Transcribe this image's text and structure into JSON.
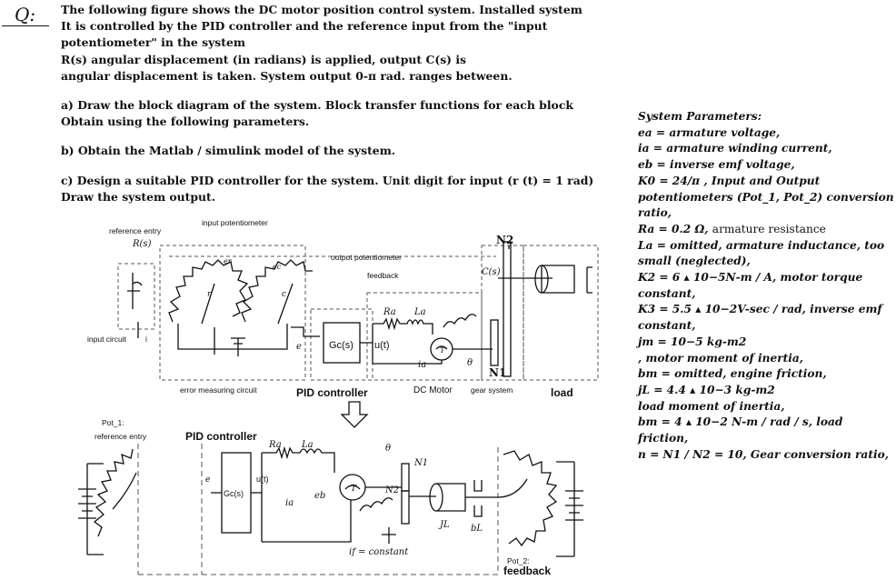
{
  "question": {
    "label": "Q:",
    "intro_lines": [
      "The following figure shows the DC motor position control system. Installed system",
      "It is controlled by the PID controller and the reference input from the \"input",
      "potentiometer\" in the system",
      "R(s) angular displacement (in radians) is applied, output C(s) is",
      "angular displacement is taken. System output 0-π rad. ranges between."
    ],
    "part_a_lines": [
      "a) Draw the block diagram of the system. Block transfer functions for each block",
      "Obtain using the following parameters."
    ],
    "part_b_lines": [
      "b) Obtain the Matlab / simulink model of the system."
    ],
    "part_c_lines": [
      "c) Design a suitable PID controller for the system. Unit digit for input (r (t) = 1 rad)",
      "Draw the system output."
    ]
  },
  "parameters": {
    "title": "System Parameters:",
    "lines": [
      "ea = armature voltage,",
      "ia = armature winding current,",
      "eb = inverse emf voltage,",
      "K0 = 24/π , Input and Output",
      "potentiometers (Pot_1, Pot_2) conversion",
      "ratio,",
      "Ra = 0.2 Ω, armature resistance",
      "La = omitted, armature inductance, too",
      "small (neglected),",
      "K2 = 6 ▴ 10−5N-m / A, motor torque",
      "constant,",
      "K3 = 5.5 ▴ 10−2V-sec / rad, inverse emf",
      "constant,",
      "jm = 10−5 kg-m2",
      ", motor moment of inertia,",
      "bm = omitted, engine friction,",
      "jL = 4.4 ▴ 10−3 kg-m2",
      "load moment of inertia,",
      "bm = 4 ▴ 10−2 N-m / rad / s, load friction,",
      "n = N1 / N2 = 10, Gear conversion ratio,"
    ],
    "plain_suffix": {
      "6": "armature resistance"
    }
  },
  "figure_top": {
    "reference_entry": "reference entry",
    "r_s": "R(s)",
    "input_potentiometer": "input potentiometer",
    "output_potentiometer": "output potentiometer",
    "feedback": "feedback",
    "input_circuit": "input circuit",
    "error_measuring_circuit": "error measuring circuit",
    "pid_controller": "PID controller",
    "dc_motor": "DC Motor",
    "gear_system": "gear system",
    "load": "load",
    "gc": "Gc(s)",
    "u": "u(t)",
    "ra": "Ra",
    "la": "La",
    "ia": "ia",
    "theta": "θ",
    "c_s": "C(s)",
    "n2": "N2",
    "n1": "N1",
    "e": "e",
    "er": "er",
    "ec": "ec",
    "r": "r",
    "c": "c",
    "i": "i",
    "t": "T"
  },
  "figure_bottom": {
    "pot1": "Pot_1:",
    "reference_entry": "reference entry",
    "pid_controller": "PID controller",
    "gc": "Gc(s)",
    "u": "u(t)",
    "ra": "Ra",
    "la": "La",
    "ia": "ia",
    "eb": "eb",
    "e": "e",
    "theta": "θ",
    "n1": "N1",
    "n2": "N2",
    "t": "T",
    "jl": "JL",
    "bl": "bL",
    "if_constant": "if = constant",
    "pot2": "Pot_2:",
    "feedback": "feedback"
  },
  "colors": {
    "ink": "#111111",
    "dash": "#555555"
  }
}
